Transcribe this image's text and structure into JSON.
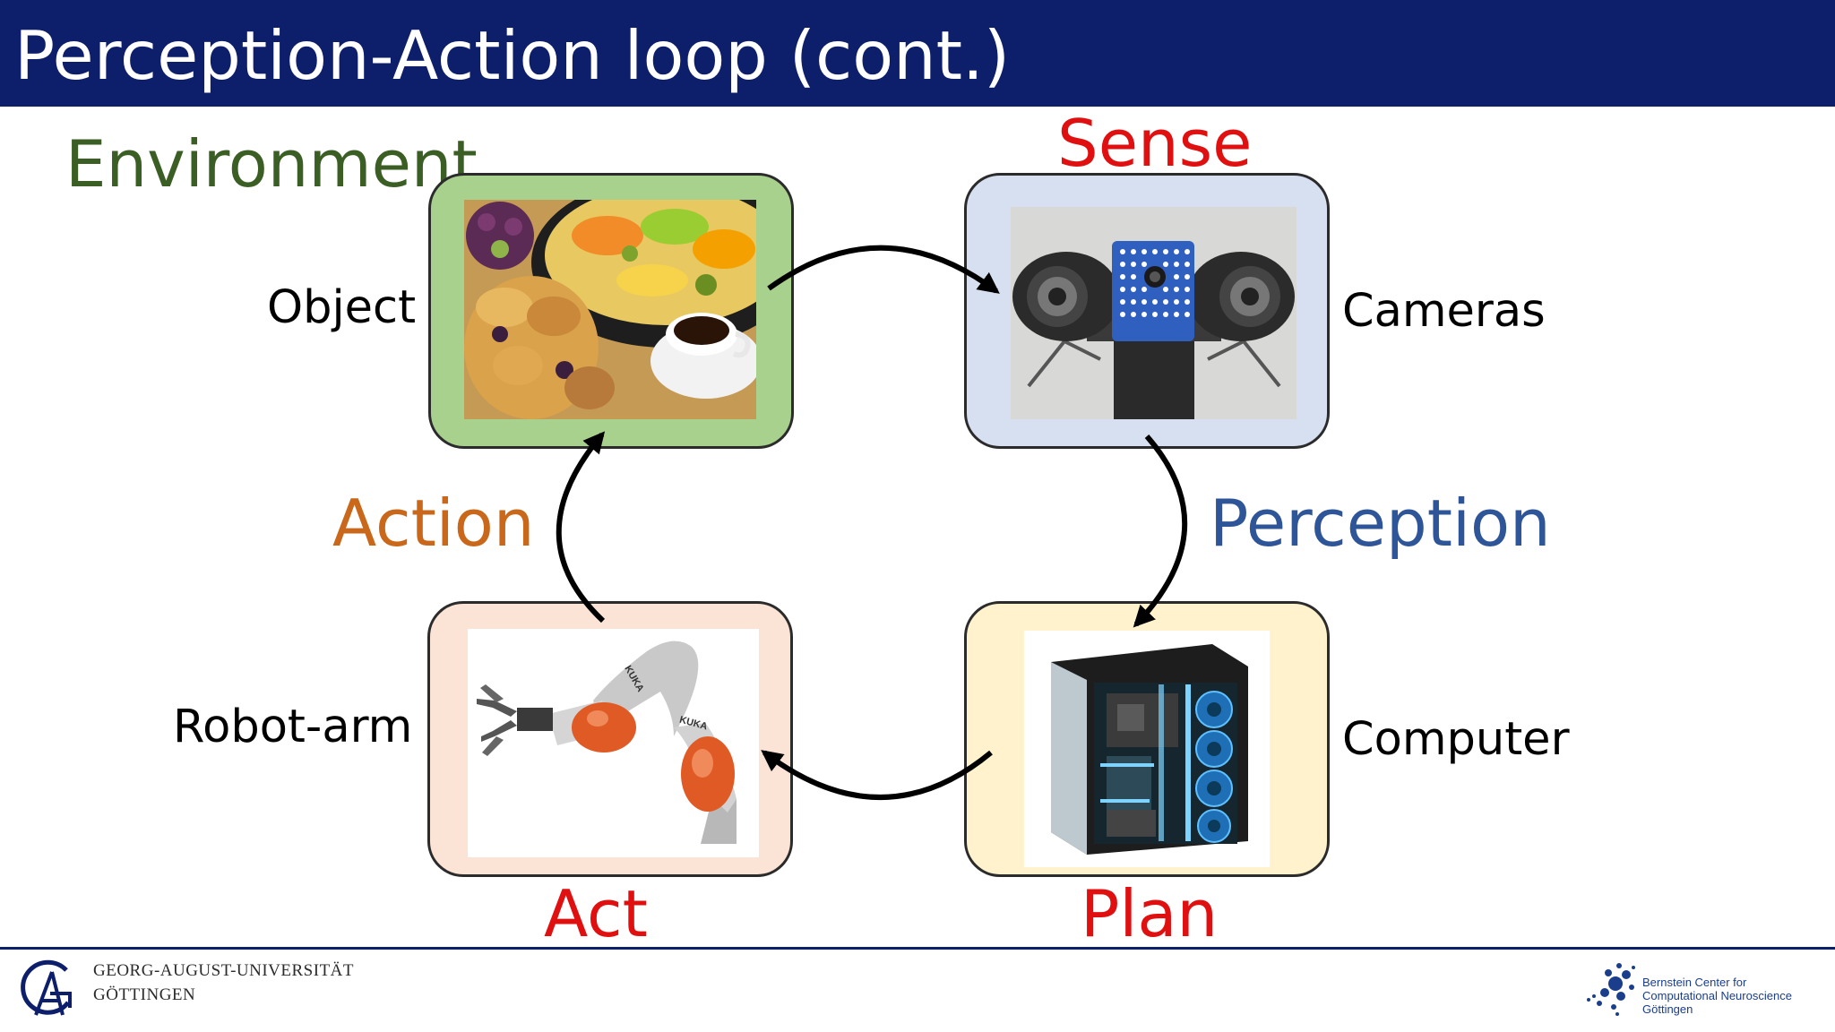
{
  "slide": {
    "title": "Perception-Action loop (cont.)",
    "labels": {
      "environment": "Environment",
      "sense": "Sense",
      "action": "Action",
      "perception": "Perception",
      "act": "Act",
      "plan": "Plan"
    },
    "nodes": {
      "object": "Object",
      "cameras": "Cameras",
      "robot_arm": "Robot-arm",
      "computer": "Computer"
    },
    "robot_brand": "KUKA"
  },
  "footer": {
    "university_line1": "GEORG-AUGUST-UNIVERSITÄT",
    "university_line2": "GÖTTINGEN",
    "bernstein_line1": "Bernstein Center for",
    "bernstein_line2": "Computational Neuroscience",
    "bernstein_line3": "Göttingen"
  },
  "colors": {
    "title_bar": "#0d1e6b",
    "environment": "#3a5e23",
    "sense_act_plan": "#e01010",
    "action": "#c9671b",
    "perception": "#2e5597",
    "object_box": "#a9d18e",
    "cameras_box": "#d6e0f1",
    "robot_box": "#fbe3d6",
    "computer_box": "#fff2cc"
  }
}
